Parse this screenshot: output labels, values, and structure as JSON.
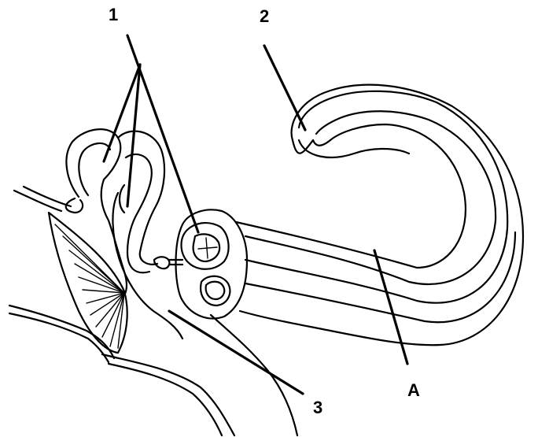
{
  "labels": {
    "one": "1",
    "two": "2",
    "three": "3",
    "a": "A"
  },
  "colors": {
    "ink": "#000000",
    "background": "#ffffff"
  }
}
